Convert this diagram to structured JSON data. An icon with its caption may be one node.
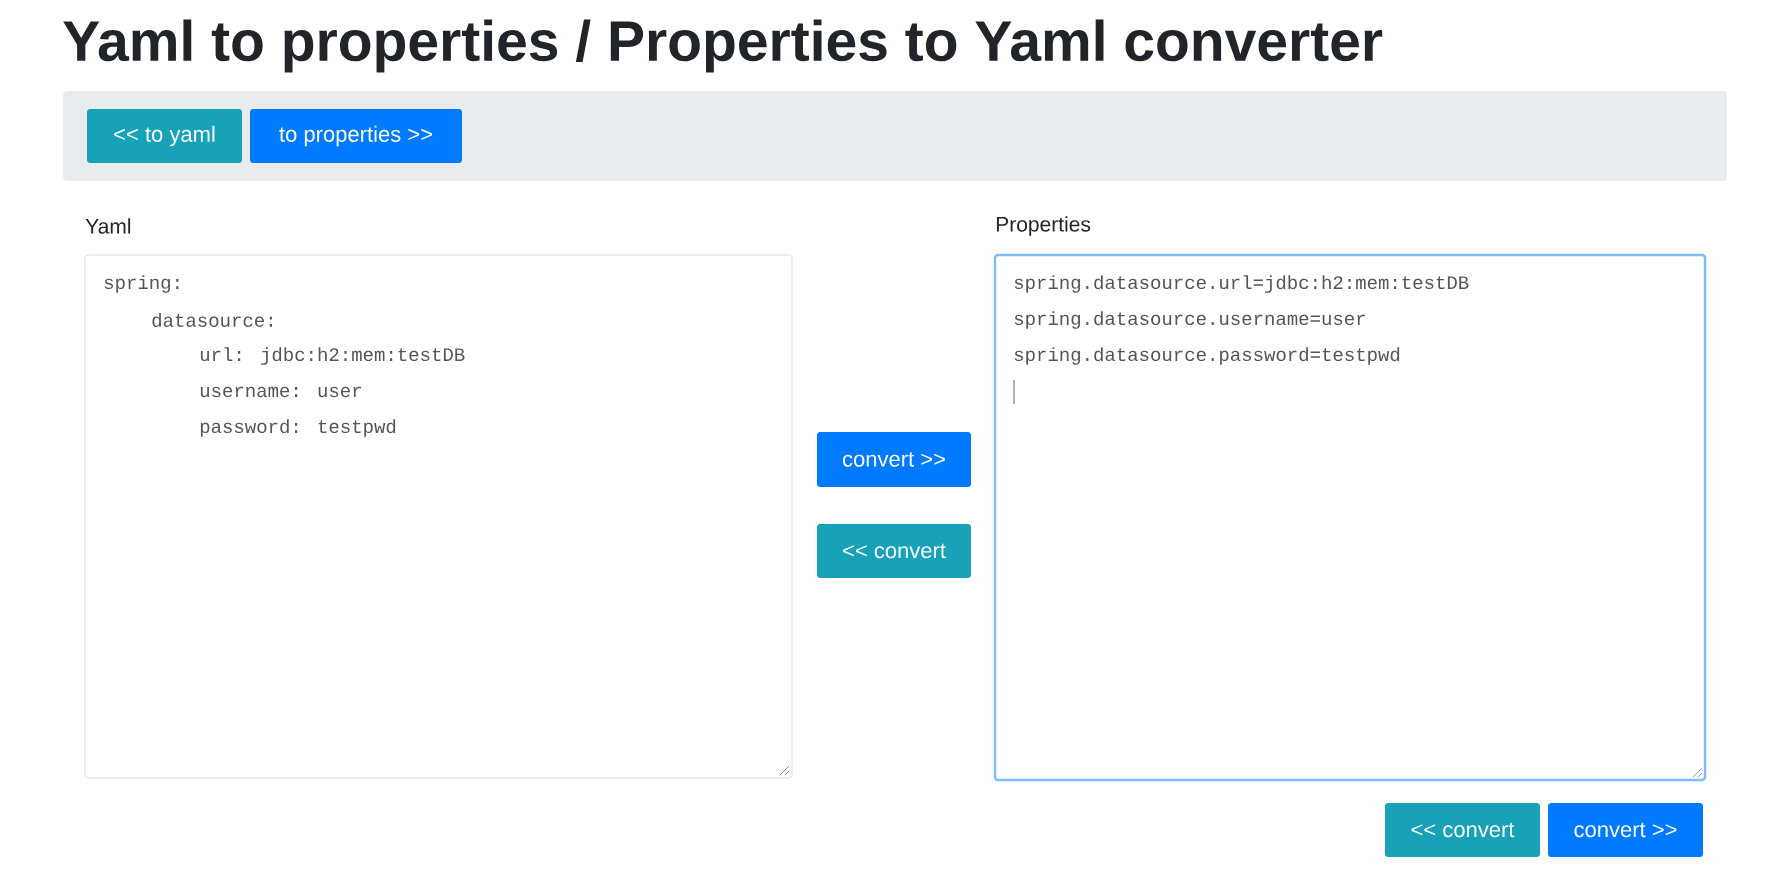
{
  "diagram": {
    "title": "Yaml to properties / Properties to Yaml converter",
    "nodes": [
      {
        "text": [],
        "shape": "box"
      },
      {
        "text": [
          "<< to yaml"
        ],
        "in": 0
      },
      {
        "text": [
          "to properties >>"
        ],
        "in": 0
      },
      {
        "text": [
          "spring:",
          "datasource:",
          "url: jdbc:h2:mem:testDB",
          "username: user",
          "password: testpwd"
        ]
      },
      {
        "text": [
          "convert >>"
        ]
      },
      {
        "text": [
          "<< convert"
        ]
      },
      {
        "text": [
          "spring.datasource.url=jdbc:h2:mem:testDB",
          "spring.datasource.username=user",
          "spring.datasource.password=testpwd"
        ]
      },
      {
        "text": [
          "<< convert"
        ]
      },
      {
        "text": [
          "convert >>"
        ]
      }
    ],
    "labels": [
      "Yaml",
      "Properties"
    ]
  }
}
